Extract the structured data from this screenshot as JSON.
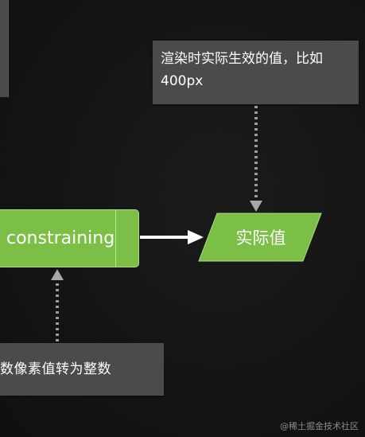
{
  "diagram": {
    "top_note": {
      "line1": "渲染时实际生效的值，比如",
      "line2": "400px"
    },
    "process_step": {
      "label": "constraining"
    },
    "output_node": {
      "label": "实际值"
    },
    "bottom_note": {
      "text": "数像素值转为整数"
    }
  },
  "watermark": "@稀土掘金技术社区",
  "colors": {
    "background": "#121212",
    "note_fill": "#4b4b4b",
    "accent_green": "#7bbf47",
    "connector": "#9a9a9a",
    "arrow": "#ffffff"
  }
}
